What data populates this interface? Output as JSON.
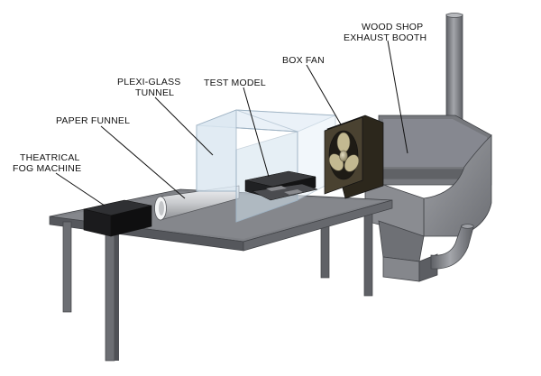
{
  "labels": {
    "exhaust_booth": [
      "WOOD SHOP",
      "EXHAUST BOOTH"
    ],
    "box_fan": [
      "BOX FAN"
    ],
    "plexi_tunnel": [
      "PLEXI-GLASS",
      "TUNNEL"
    ],
    "test_model": [
      "TEST MODEL"
    ],
    "paper_funnel": [
      "PAPER FUNNEL"
    ],
    "fog_machine": [
      "THEATRICAL",
      "FOG MACHINE"
    ]
  },
  "colors": {
    "table_top": "#7d7f84",
    "table_front": "#4f5156",
    "table_leg": "#6c6e73",
    "booth_light": "#8f9196",
    "booth_dark": "#5d5f64",
    "duct": "#7a7c81",
    "plexi_fill": "#e4eef6",
    "plexi_edge": "#9fb3c4",
    "fog_machine": "#1b1b1d",
    "fan_frame": "#3a3326",
    "fan_blade": "#b7ad86",
    "funnel": "#d9dadc"
  }
}
